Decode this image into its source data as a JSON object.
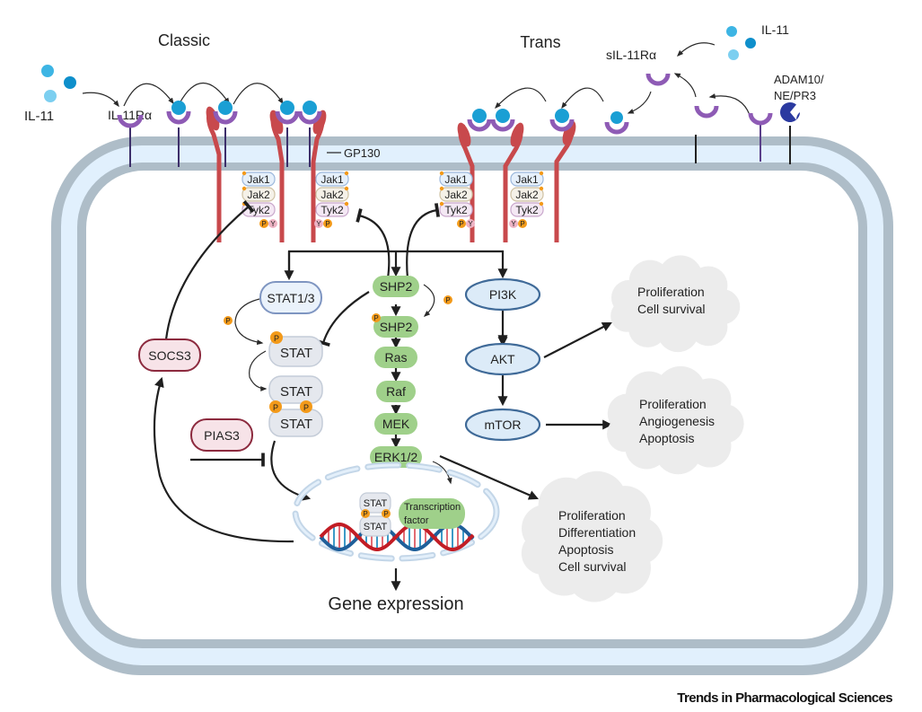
{
  "title_classic": "Classic",
  "title_trans": "Trans",
  "ligand": {
    "classic_label": "IL-11",
    "trans_label": "IL-11"
  },
  "receptor": {
    "membrane_label": "IL-11Rα",
    "soluble_label": "sIL-11Rα",
    "gp130_label": "GP130"
  },
  "protease_label": [
    "ADAM10/",
    "NE/PR3"
  ],
  "kinases": [
    "Jak1",
    "Jak2",
    "Tyk2"
  ],
  "phospho": {
    "p": "P",
    "y": "Y"
  },
  "stat_branch": {
    "stat13": "STAT1/3",
    "stat": "STAT",
    "socs3": "SOCS3",
    "pias3": "PIAS3"
  },
  "mapk_branch": [
    "SHP2",
    "SHP2",
    "Ras",
    "Raf",
    "MEK",
    "ERK1/2"
  ],
  "pi3k_branch": [
    "PI3K",
    "AKT",
    "mTOR"
  ],
  "outcomes": {
    "akt": [
      "Proliferation",
      "Cell survival"
    ],
    "mtor": [
      "Proliferation",
      "Angiogenesis",
      "Apoptosis"
    ],
    "erk": [
      "Proliferation",
      "Differentiation",
      "Apoptosis",
      "Cell survival"
    ]
  },
  "nucleus": {
    "transcription_factor": [
      "Transcription",
      "factor"
    ],
    "stat": "STAT",
    "output": "Gene expression"
  },
  "journal": "Trends in Pharmacological Sciences",
  "colors": {
    "membrane_outer": "#aebdc8",
    "membrane_inner": "#e1f0fd",
    "receptor": "#8e5bb5",
    "ligand": "#1a9fd4",
    "gp130": "#c8494c",
    "green_node": "#9fd08a",
    "blue_node_fill": "#dcebf8",
    "blue_node_stroke": "#3f6a98",
    "pink_node_fill": "#f7e3e8",
    "pink_node_stroke": "#8c2a3e",
    "phospho": "#f39a1a",
    "cloud": "#ececec"
  }
}
